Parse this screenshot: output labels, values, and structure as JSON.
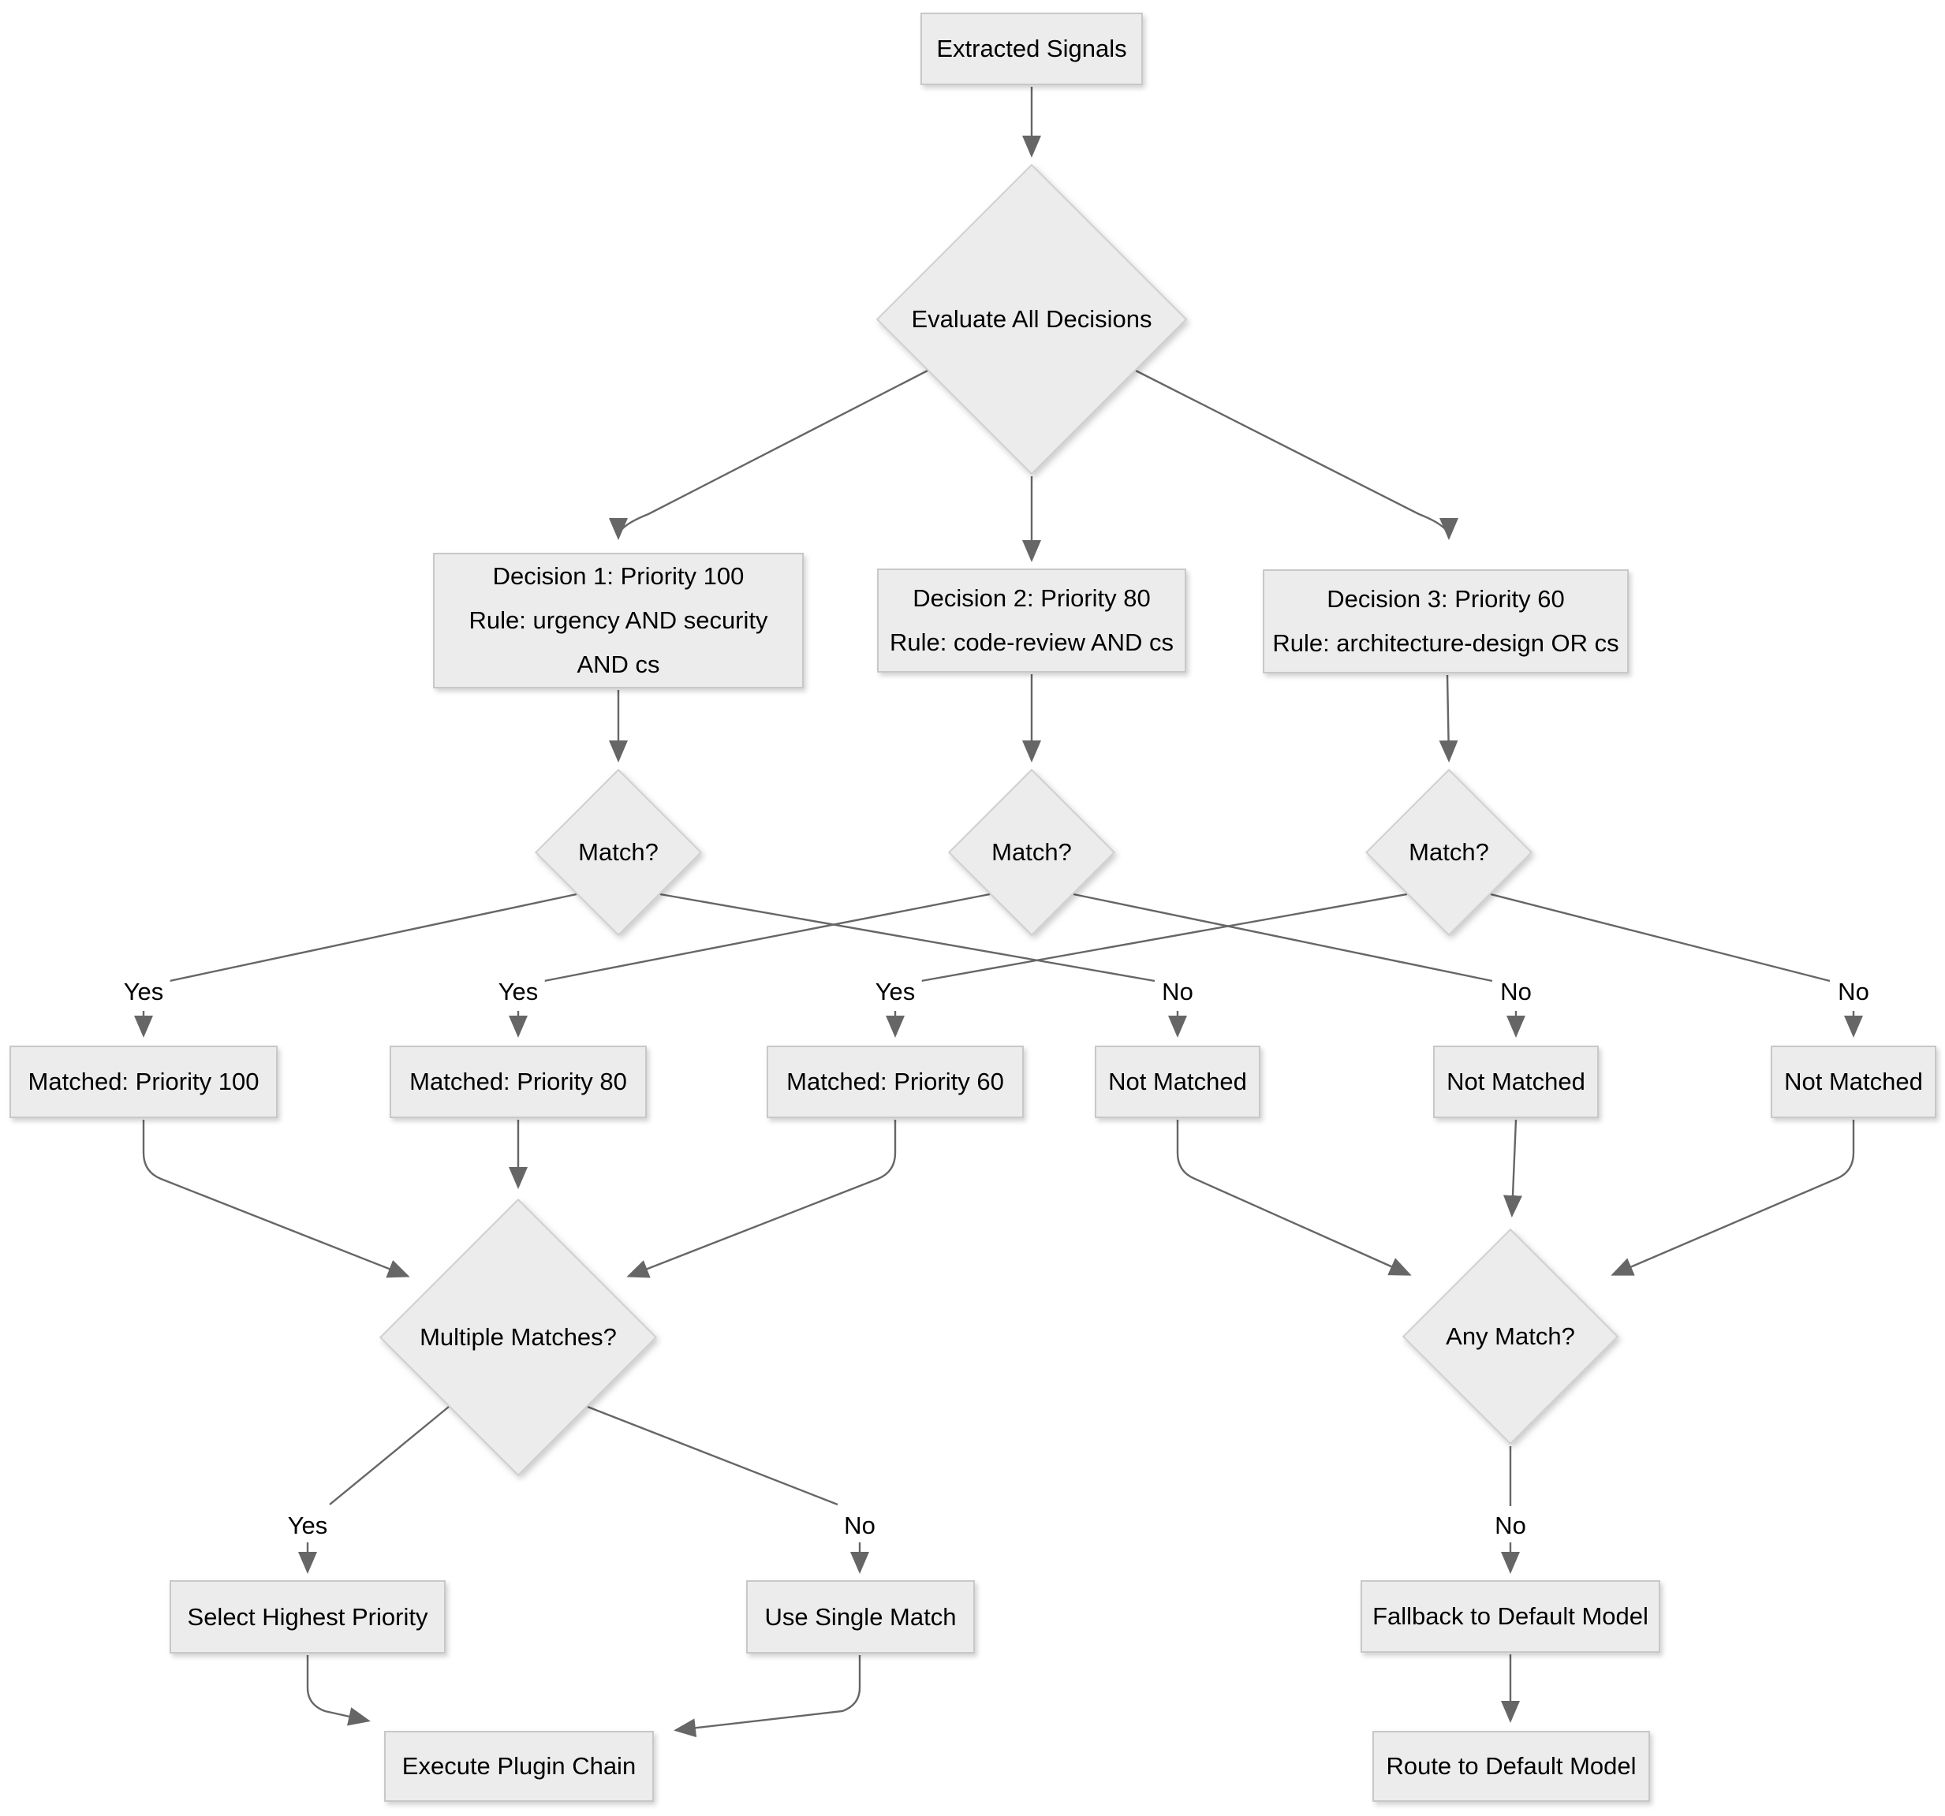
{
  "diagram": {
    "type": "flowchart",
    "background_color": "#ffffff",
    "node_fill_color": "#ececec",
    "node_border_color": "#c8c8c8",
    "edge_color": "#666666",
    "text_color": "#000000",
    "nodes": {
      "extracted_signals": "Extracted Signals",
      "evaluate_all_decisions": "Evaluate All Decisions",
      "decision1": "Decision 1: Priority 100\nRule: urgency AND security\nAND cs",
      "decision2": "Decision 2: Priority 80\nRule: code-review AND cs",
      "decision3": "Decision 3: Priority 60\nRule: architecture-design OR cs",
      "match1": "Match?",
      "match2": "Match?",
      "match3": "Match?",
      "matched_100": "Matched: Priority 100",
      "matched_80": "Matched: Priority 80",
      "matched_60": "Matched: Priority 60",
      "not_matched_1": "Not Matched",
      "not_matched_2": "Not Matched",
      "not_matched_3": "Not Matched",
      "multiple_matches": "Multiple Matches?",
      "any_match": "Any Match?",
      "select_highest_priority": "Select Highest Priority",
      "use_single_match": "Use Single Match",
      "fallback_to_default": "Fallback to Default Model",
      "execute_plugin_chain": "Execute Plugin Chain",
      "route_to_default": "Route to Default Model"
    },
    "edge_labels": {
      "yes": "Yes",
      "no": "No"
    }
  }
}
